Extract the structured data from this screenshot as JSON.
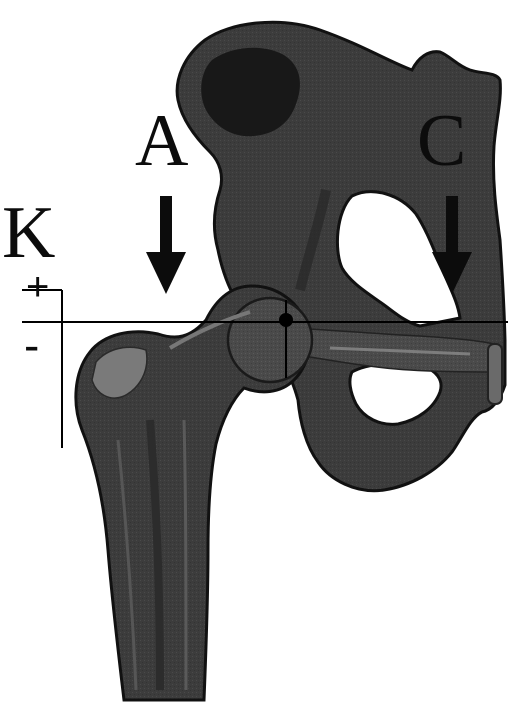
{
  "labels": {
    "a": "A",
    "c": "C",
    "k": "K",
    "plus": "+",
    "minus": "-"
  },
  "colors": {
    "background": "#ffffff",
    "bone_dark": "#3a3a3a",
    "bone_mid": "#555555",
    "bone_light": "#8a8a8a",
    "bone_shadow": "#1e1e1e",
    "ink": "#0c0c0c"
  }
}
